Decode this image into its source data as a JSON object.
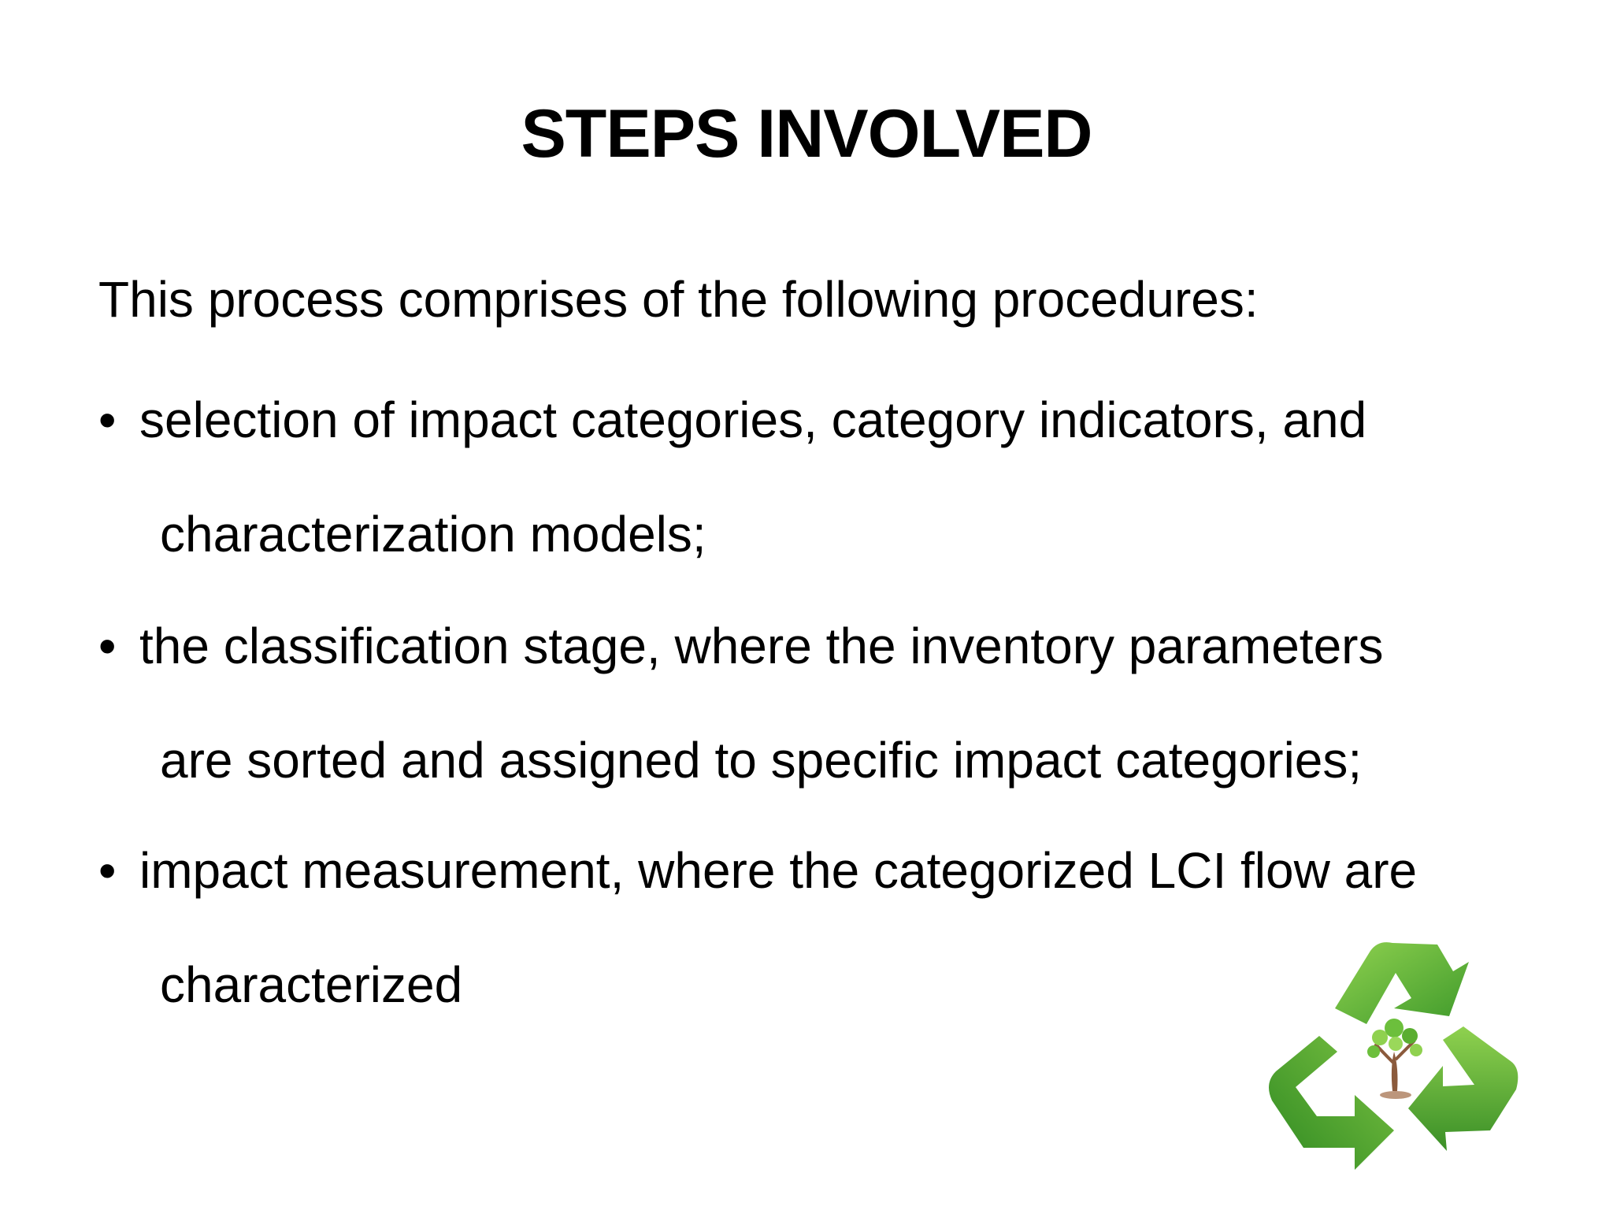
{
  "slide": {
    "title": "STEPS INVOLVED",
    "intro": "This process comprises of the following procedures:",
    "bullet_symbol": "•",
    "bullets": [
      {
        "line1": "selection of impact categories, category indicators, and",
        "line2": "characterization models;"
      },
      {
        "line1": "the classification stage, where the inventory parameters",
        "line2": "are sorted and assigned to specific impact categories;"
      },
      {
        "line1": "impact measurement, where the categorized LCI flow are",
        "line2": "characterized"
      }
    ]
  },
  "logo": {
    "icon": "recycle-tree-icon",
    "colors": {
      "arrow_light": "#7cc242",
      "arrow_dark": "#3f9a2b",
      "trunk": "#8b5a3c"
    }
  }
}
